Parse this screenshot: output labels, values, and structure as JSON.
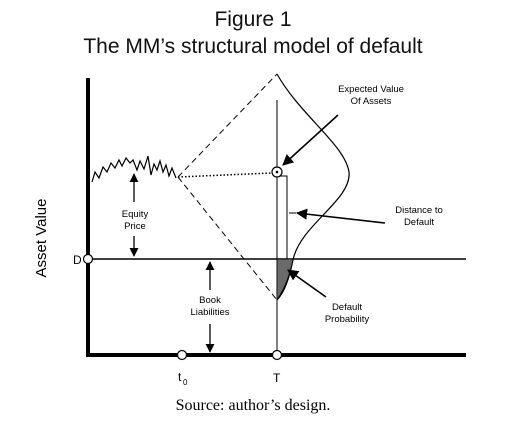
{
  "figure": {
    "number": "Figure 1",
    "title": "The MM’s structural model of default",
    "source": "Source: author’s design."
  },
  "axes": {
    "y_label": "Asset Value",
    "d_label": "D",
    "x_t0_main": "t",
    "x_t0_sub": "0",
    "x_T": "T"
  },
  "annotations": {
    "expected_value_line1": "Expected Value",
    "expected_value_line2": "Of Assets",
    "distance_line1": "Distance to",
    "distance_line2": "Default",
    "equity_line1": "Equity",
    "equity_line2": "Price",
    "book_line1": "Book",
    "book_line2": "Liabilities",
    "default_line1": "Default",
    "default_line2": "Probability"
  },
  "colors": {
    "ink": "#000000",
    "shade": "#6b6b6b"
  }
}
